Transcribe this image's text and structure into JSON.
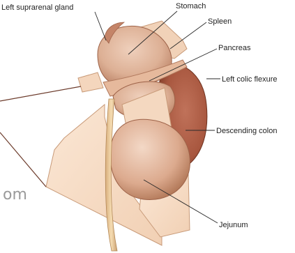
{
  "labels": {
    "left_suprarenal_gland": "Left suprarenal gland",
    "stomach": "Stomach",
    "spleen": "Spleen",
    "pancreas": "Pancreas",
    "left_colic_flexure": "Left colic flexure",
    "descending_colon": "Descending colon",
    "jejunum": "Jejunum",
    "partial_bottom_text": "om"
  },
  "colors": {
    "kidney": "#a8573f",
    "kidney_dark": "#7e3a26",
    "organ_surface": "#d9a48a",
    "organ_light": "#ecc9b3",
    "peritoneum": "#f6dcc4",
    "peritoneum_edge": "#c89a78",
    "ureter": "#e8c598",
    "leader": "#2a2a2a"
  }
}
